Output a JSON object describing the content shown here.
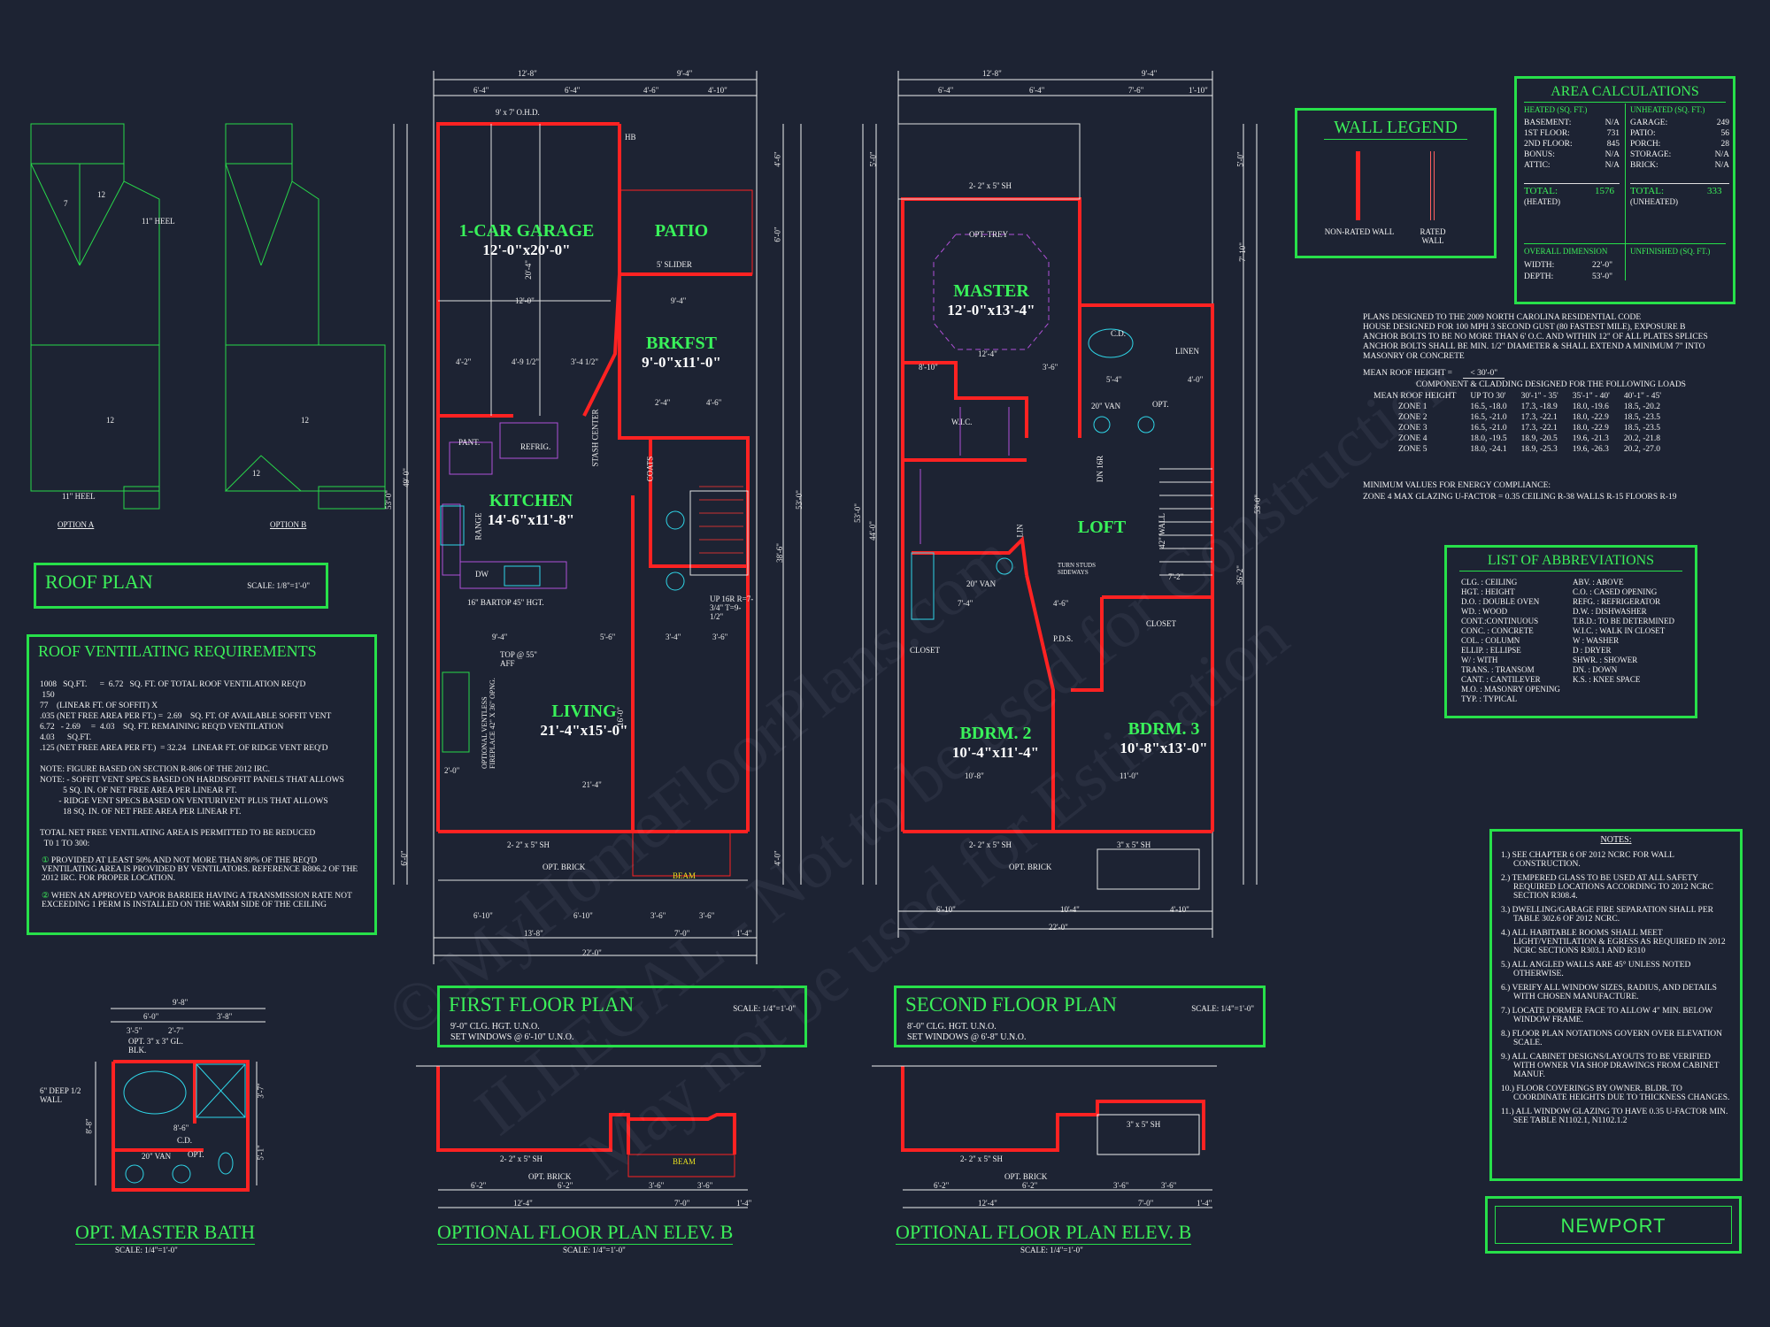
{
  "roof": {
    "option_a": "OPTION A",
    "option_b": "OPTION B",
    "heel_a": "11\" HEEL",
    "heel_b": "11\" HEEL",
    "pitch_12": "12",
    "pitch_7": "7",
    "title": "ROOF PLAN",
    "scale": "SCALE: 1/8\"=1'-0\""
  },
  "ventilation": {
    "title": "ROOF VENTILATING REQUIREMENTS",
    "lines": [
      "1008   SQ.FT.      =  6.72   SQ. FT. OF TOTAL ROOF VENTILATION REQ'D",
      " 150",
      "77    (LINEAR FT. OF SOFFIT) X",
      ".035 (NET FREE AREA PER FT.) =  2.69    SQ. FT. OF AVAILABLE SOFFIT VENT",
      "6.72   - 2.69     =  4.03    SQ. FT. REMAINING REQ'D VENTILATION",
      "4.03      SQ.FT.",
      ".125 (NET FREE AREA PER FT.)  = 32.24   LINEAR FT. OF RIDGE VENT REQ'D",
      "",
      "NOTE: FIGURE BASED ON SECTION R-806 OF THE 2012 IRC.",
      "NOTE: - SOFFIT VENT SPECS BASED ON HARDISOFFIT PANELS THAT ALLOWS",
      "           5 SQ. IN. OF NET FREE AREA PER LINEAR FT.",
      "         - RIDGE VENT SPECS BASED ON VENTURIVENT PLUS THAT ALLOWS",
      "           18 SQ. IN. OF NET FREE AREA PER LINEAR FT.",
      "",
      "TOTAL NET FREE VENTILATING AREA IS PERMITTED TO BE REDUCED",
      "  T0 1 TO 300:"
    ],
    "note1": "PROVIDED AT LEAST 50% AND NOT MORE THAN 80% OF THE REQ'D VENTILATING AREA IS PROVIDED BY VENTILATORS.  REFERENCE R806.2  OF THE 2012 IRC. FOR PROPER LOCATION.",
    "note2": "WHEN AN APPROVED VAPOR BARRIER HAVING A TRANSMISSION RATE NOT EXCEEDING 1 PERM IS INSTALLED ON THE WARM SIDE OF THE CEILING"
  },
  "first_floor": {
    "title": "FIRST FLOOR PLAN",
    "scale": "SCALE: 1/4\"=1'-0\"",
    "note1": "9'-0\" CLG. HGT. U.N.O.",
    "note2": "SET WINDOWS @ 6'-10\" U.N.O.",
    "rooms": [
      {
        "name": "1-CAR GARAGE",
        "dim": "12'-0\"x20'-0\""
      },
      {
        "name": "PATIO",
        "dim": ""
      },
      {
        "name": "BRKFST",
        "dim": "9'-0\"x11'-0\""
      },
      {
        "name": "KITCHEN",
        "dim": "14'-6\"x11'-8\""
      },
      {
        "name": "LIVING",
        "dim": "21'-4\"x15'-0\""
      }
    ],
    "labels": {
      "ohd": "9' x 7' O.H.D.",
      "hb": "HB",
      "slider": "5' SLIDER",
      "pant": "PANT.",
      "refrig": "REFRIG.",
      "range": "RANGE",
      "dw": "DW",
      "bartop": "16\" BARTOP 45\" HGT.",
      "fireplace": "OPTIONAL VENTLESS FIREPLACE 42\" X 36\" OPNG.",
      "top": "TOP @ 55\" AFF",
      "coats": "COATS",
      "up": "UP 16R R=7-3/4\" T=9-1/2\"",
      "opt_brick": "OPT. BRICK",
      "sh_window": "2- 2'' x 5'' SH",
      "beam": "BEAM",
      "stash": "STASH CENTER"
    },
    "dims_top": [
      "12'-8\"",
      "9'-4\"",
      "6'-4\"",
      "6'-4\"",
      "4'-6\"",
      "4'-10\""
    ],
    "dims_bottom": [
      "6'-10\"",
      "6'-10\"",
      "3'-6\"",
      "3'-6\"",
      "13'-8\"",
      "7'-0\"",
      "1'-4\"",
      "22'-0\""
    ],
    "dims_side": [
      "53'-0\"",
      "49'-0\"",
      "38'-6\"",
      "6'-0\"",
      "4'-0\"",
      "6'-0\"",
      "4'-6\""
    ],
    "dims_inner": [
      "12'-0\"",
      "9'-4\"",
      "4'-2\"",
      "4'-9 1/2\"",
      "3'-4 1/2\"",
      "2'-4\"",
      "4'-6\"",
      "9'-4\"",
      "5'-6\"",
      "3'-4\"",
      "3'-6\"",
      "21'-4\"",
      "2'-0\"",
      "20'-4\"",
      "16'-0\""
    ]
  },
  "second_floor": {
    "title": "SECOND FLOOR PLAN",
    "scale": "SCALE: 1/4\"=1'-0\"",
    "note1": "8'-0\" CLG. HGT. U.N.O.",
    "note2": "SET WINDOWS @ 6'-8\" U.N.O.",
    "rooms": [
      {
        "name": "MASTER",
        "dim": "12'-0\"x13'-4\""
      },
      {
        "name": "LOFT",
        "dim": ""
      },
      {
        "name": "BDRM. 2",
        "dim": "10'-4\"x11'-4\""
      },
      {
        "name": "BDRM. 3",
        "dim": "10'-8\"x13'-0\""
      }
    ],
    "labels": {
      "opt_trey": "OPT. TREY",
      "sh_top": "2- 2'' x 5'' SH",
      "linen": "LINEN",
      "cd": "C.D.",
      "van20": "20\" VAN",
      "opt": "OPT.",
      "wic": "W.I.C.",
      "lin": "LIN",
      "dn": "DN 16R",
      "closet": "CLOSET",
      "turn_studs": "TURN STUDS SIDEWAYS",
      "pds": "P.D.S.",
      "opt_brick": "OPT. BRICK",
      "sh_bottom": "2- 2'' x 5'' SH",
      "sh_bottom2": "3'' x 5'' SH",
      "wall42": "42\" WALL"
    },
    "dims_top": [
      "12'-8\"",
      "9'-4\"",
      "6'-4\"",
      "6'-4\"",
      "7'-6\"",
      "1'-10\""
    ],
    "dims_bottom": [
      "6'-10\"",
      "10'-4\"",
      "4'-10\"",
      "22'-0\""
    ],
    "dims_side": [
      "53'-0\"",
      "44'-0\"",
      "36'-2\"",
      "5'-0\"",
      "7'-10\"",
      "5'-0\""
    ],
    "dims_inner": [
      "12'-4\"",
      "8'-10\"",
      "3'-6\"",
      "5'-4\"",
      "4'-0\"",
      "10'-8\"",
      "11'-0\"",
      "7'-4\"",
      "7'-2\"",
      "4'-6\""
    ]
  },
  "wall_legend": {
    "title": "WALL LEGEND",
    "non_rated": "NON-RATED WALL",
    "rated": "RATED WALL"
  },
  "area_calc": {
    "title": "AREA CALCULATIONS",
    "heated_title": "HEATED (SQ. FT.)",
    "unheated_title": "UNHEATED (SQ. FT.)",
    "heated": [
      {
        "label": "BASEMENT:",
        "value": "N/A"
      },
      {
        "label": "1ST FLOOR:",
        "value": "731"
      },
      {
        "label": "2ND FLOOR:",
        "value": "845"
      },
      {
        "label": "BONUS:",
        "value": "N/A"
      },
      {
        "label": "ATTIC:",
        "value": "N/A"
      }
    ],
    "unheated": [
      {
        "label": "GARAGE:",
        "value": "249"
      },
      {
        "label": "PATIO:",
        "value": "56"
      },
      {
        "label": "PORCH:",
        "value": "28"
      },
      {
        "label": "STORAGE:",
        "value": "N/A"
      },
      {
        "label": "BRICK:",
        "value": "N/A"
      }
    ],
    "total_heated_label": "TOTAL:",
    "total_heated_value": "1576",
    "total_heated_sub": "(HEATED)",
    "total_unheated_label": "TOTAL:",
    "total_unheated_value": "333",
    "total_unheated_sub": "(UNHEATED)",
    "overall_title": "OVERALL DIMENSION",
    "width_label": "WIDTH:",
    "width_value": "22'-0\"",
    "depth_label": "DEPTH:",
    "depth_value": "53'-0\"",
    "unfinished_title": "UNFINISHED (SQ. FT.)"
  },
  "code_notes": {
    "lines": [
      "PLANS DESIGNED TO THE 2009 NORTH CAROLINA RESIDENTIAL CODE",
      "HOUSE DESIGNED FOR 100 MPH 3 SECOND GUST (80 FASTEST MILE), EXPOSURE B",
      "ANCHOR BOLTS TO BE NO MORE THAN 6' O.C. AND WITHIN 12\" OF ALL PLATES SPLICES",
      "ANCHOR BOLTS SHALL BE MIN. 1/2\" DIAMETER & SHALL EXTEND A MINIMUM 7\" INTO",
      "MASONRY OR CONCRETE"
    ],
    "mean_roof": "MEAN ROOF HEIGHT =",
    "mean_roof_val": "< 30'-0\"",
    "component": "COMPONENT & CLADDING DESIGNED FOR THE FOLLOWING LOADS",
    "table_header": [
      "MEAN ROOF HEIGHT",
      "UP TO 30'",
      "30'-1\" - 35'",
      "35'-1\" - 40'",
      "40'-1\" - 45'"
    ],
    "table_rows": [
      [
        "ZONE 1",
        "16.5, -18.0",
        "17.3, -18.9",
        "18.0, -19.6",
        "18.5, -20.2"
      ],
      [
        "ZONE 2",
        "16.5, -21.0",
        "17.3, -22.1",
        "18.0, -22.9",
        "18.5, -23.5"
      ],
      [
        "ZONE 3",
        "16.5, -21.0",
        "17.3, -22.1",
        "18.0, -22.9",
        "18.5, -23.5"
      ],
      [
        "ZONE 4",
        "18.0, -19.5",
        "18.9, -20.5",
        "19.6, -21.3",
        "20.2, -21.8"
      ],
      [
        "ZONE 5",
        "18.0, -24.1",
        "18.9, -25.3",
        "19.6, -26.3",
        "20.2, -27.0"
      ]
    ],
    "energy_title": "MINIMUM VALUES FOR ENERGY COMPLIANCE:",
    "energy_line": "ZONE 4   MAX GLAZING U-FACTOR = 0.35   CEILING R-38   WALLS R-15   FLOORS R-19"
  },
  "abbreviations": {
    "title": "LIST OF ABBREVIATIONS",
    "left": [
      "CLG. : CEILING",
      "HGT. : HEIGHT",
      "D.O. : DOUBLE OVEN",
      "WD. : WOOD",
      "CONT.:CONTINUOUS",
      "CONC. : CONCRETE",
      "COL. : COLUMN",
      "ELLIP. : ELLIPSE",
      "W/ : WITH",
      "TRANS. : TRANSOM",
      "CANT. : CANTILEVER",
      "M.O. : MASONRY OPENING",
      "TYP. : TYPICAL"
    ],
    "right": [
      "ABV. : ABOVE",
      "C.O. : CASED OPENING",
      "REFG. : REFRIGERATOR",
      "D.W. : DISHWASHER",
      "T.B.D.: TO BE DETERMINED",
      "W.I.C. : WALK IN CLOSET",
      "W : WASHER",
      "D : DRYER",
      "SHWR. : SHOWER",
      "DN. : DOWN",
      "K.S. : KNEE SPACE"
    ]
  },
  "notes": {
    "title": "NOTES:",
    "items": [
      "1.) SEE CHAPTER 6 OF 2012 NCRC FOR WALL CONSTRUCTION.",
      "2.) TEMPERED GLASS TO BE USED AT ALL SAFETY REQUIRED LOCATIONS ACCORDING TO 2012 NCRC SECTION R308.4.",
      "3.) DWELLING/GARAGE FIRE SEPARATION SHALL PER TABLE 302.6 OF 2012 NCRC.",
      "4.) ALL HABITABLE ROOMS SHALL MEET LIGHT/VENTILATION & EGRESS AS REQUIRED IN 2012 NCRC SECTIONS R303.1 AND R310",
      "5.) ALL ANGLED WALLS ARE 45° UNLESS NOTED OTHERWISE.",
      "6.) VERIFY ALL WINDOW SIZES, RADIUS, AND DETAILS WITH CHOSEN MANUFACTURE.",
      "7.) LOCATE DORMER FACE TO ALLOW 4\" MIN. BELOW WINDOW FRAME.",
      "8.) FLOOR PLAN NOTATIONS GOVERN OVER ELEVATION SCALE.",
      "9.) ALL CABINET DESIGNS/LAYOUTS TO BE VERIFIED WITH OWNER VIA SHOP DRAWINGS FROM CABINET MANUF.",
      "10.) FLOOR COVERINGS BY OWNER. BLDR. TO COORDINATE HEIGHTS DUE TO THICKNESS CHANGES.",
      "11.) ALL WINDOW GLAZING TO HAVE 0.35 U-FACTOR MIN.  SEE TABLE N1102.1, N1102.1.2"
    ]
  },
  "plan_name": "NEWPORT",
  "master_bath": {
    "title": "OPT. MASTER BATH",
    "scale": "SCALE: 1/4\"=1'-0\"",
    "labels": {
      "deep": "6\" DEEP 1/2 WALL",
      "blk": "OPT. 3'' x 3'' GL. BLK.",
      "cd": "C.D.",
      "van": "20\" VAN",
      "opt": "OPT.",
      "dim_top": "9'-8\"",
      "dim_a": "6'-0\"",
      "dim_b": "3'-8\"",
      "dim_c": "3'-5\"",
      "dim_d": "2'-7\"",
      "dim_e": "8'-6\"",
      "dim_side": "8'-8\"",
      "dim_r1": "3'-7\"",
      "dim_r2": "5'-1\""
    }
  },
  "elev_b1": {
    "title": "OPTIONAL FLOOR PLAN ELEV. B",
    "scale": "SCALE: 1/4\"=1'-0\"",
    "labels": {
      "sh": "2- 2'' x 5'' SH",
      "brick": "OPT. BRICK",
      "beam": "BEAM",
      "d1": "6'-2\"",
      "d2": "6'-2\"",
      "d3": "3'-6\"",
      "d4": "3'-6\"",
      "d5": "12'-4\"",
      "d6": "7'-0\"",
      "d7": "1'-4\""
    }
  },
  "elev_b2": {
    "title": "OPTIONAL FLOOR PLAN ELEV. B",
    "scale": "SCALE: 1/4\"=1'-0\"",
    "labels": {
      "sh": "2- 2'' x 5'' SH",
      "sh2": "3'' x 5'' SH",
      "brick": "OPT. BRICK",
      "d1": "6'-2\"",
      "d2": "6'-2\"",
      "d3": "3'-6\"",
      "d4": "3'-6\"",
      "d5": "12'-4\"",
      "d6": "7'-0\"",
      "d7": "1'-4\""
    }
  },
  "watermark": {
    "line1": "© MyHomeFloorPlans.com",
    "line2": "ILLEGAL - Not to be used for Construction",
    "line3": "May not be used for Estimation"
  },
  "colors": {
    "background": "#1d2333",
    "wall": "#ff2020",
    "accent": "#27e04a",
    "fixture": "#2fd6e8",
    "cabinet": "#b050d8"
  }
}
